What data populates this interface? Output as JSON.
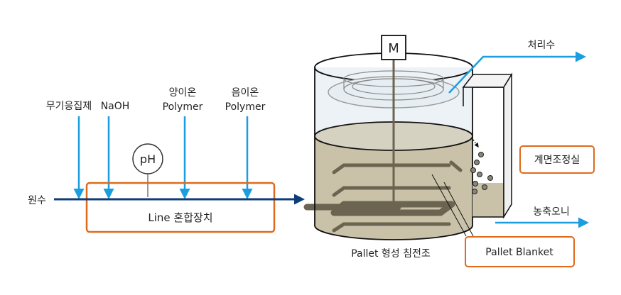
{
  "labels": {
    "raw_water": "원수",
    "inorganic_coagulant": "무기응집제",
    "naoh": "NaOH",
    "cationic_polymer_line1": "양이온",
    "cationic_polymer_line2": "Polymer",
    "anionic_polymer_line1": "음이온",
    "anionic_polymer_line2": "Polymer",
    "ph_meter": "pH",
    "line_mixer": "Line 혼합장치",
    "motor": "M",
    "treated_water": "처리수",
    "interface_control_room": "계면조정실",
    "concentrated_sludge": "농축오니",
    "tank_name": "Pallet 형성 침전조",
    "pallet_blanket": "Pallet Blanket"
  },
  "colors": {
    "feed_arrow": "#1a9ee0",
    "main_pipe": "#0d3d7a",
    "highlight_box": "#e06a1c",
    "sludge": "#c9c2a9",
    "rake": "#6b6450",
    "outline": "#111111"
  }
}
